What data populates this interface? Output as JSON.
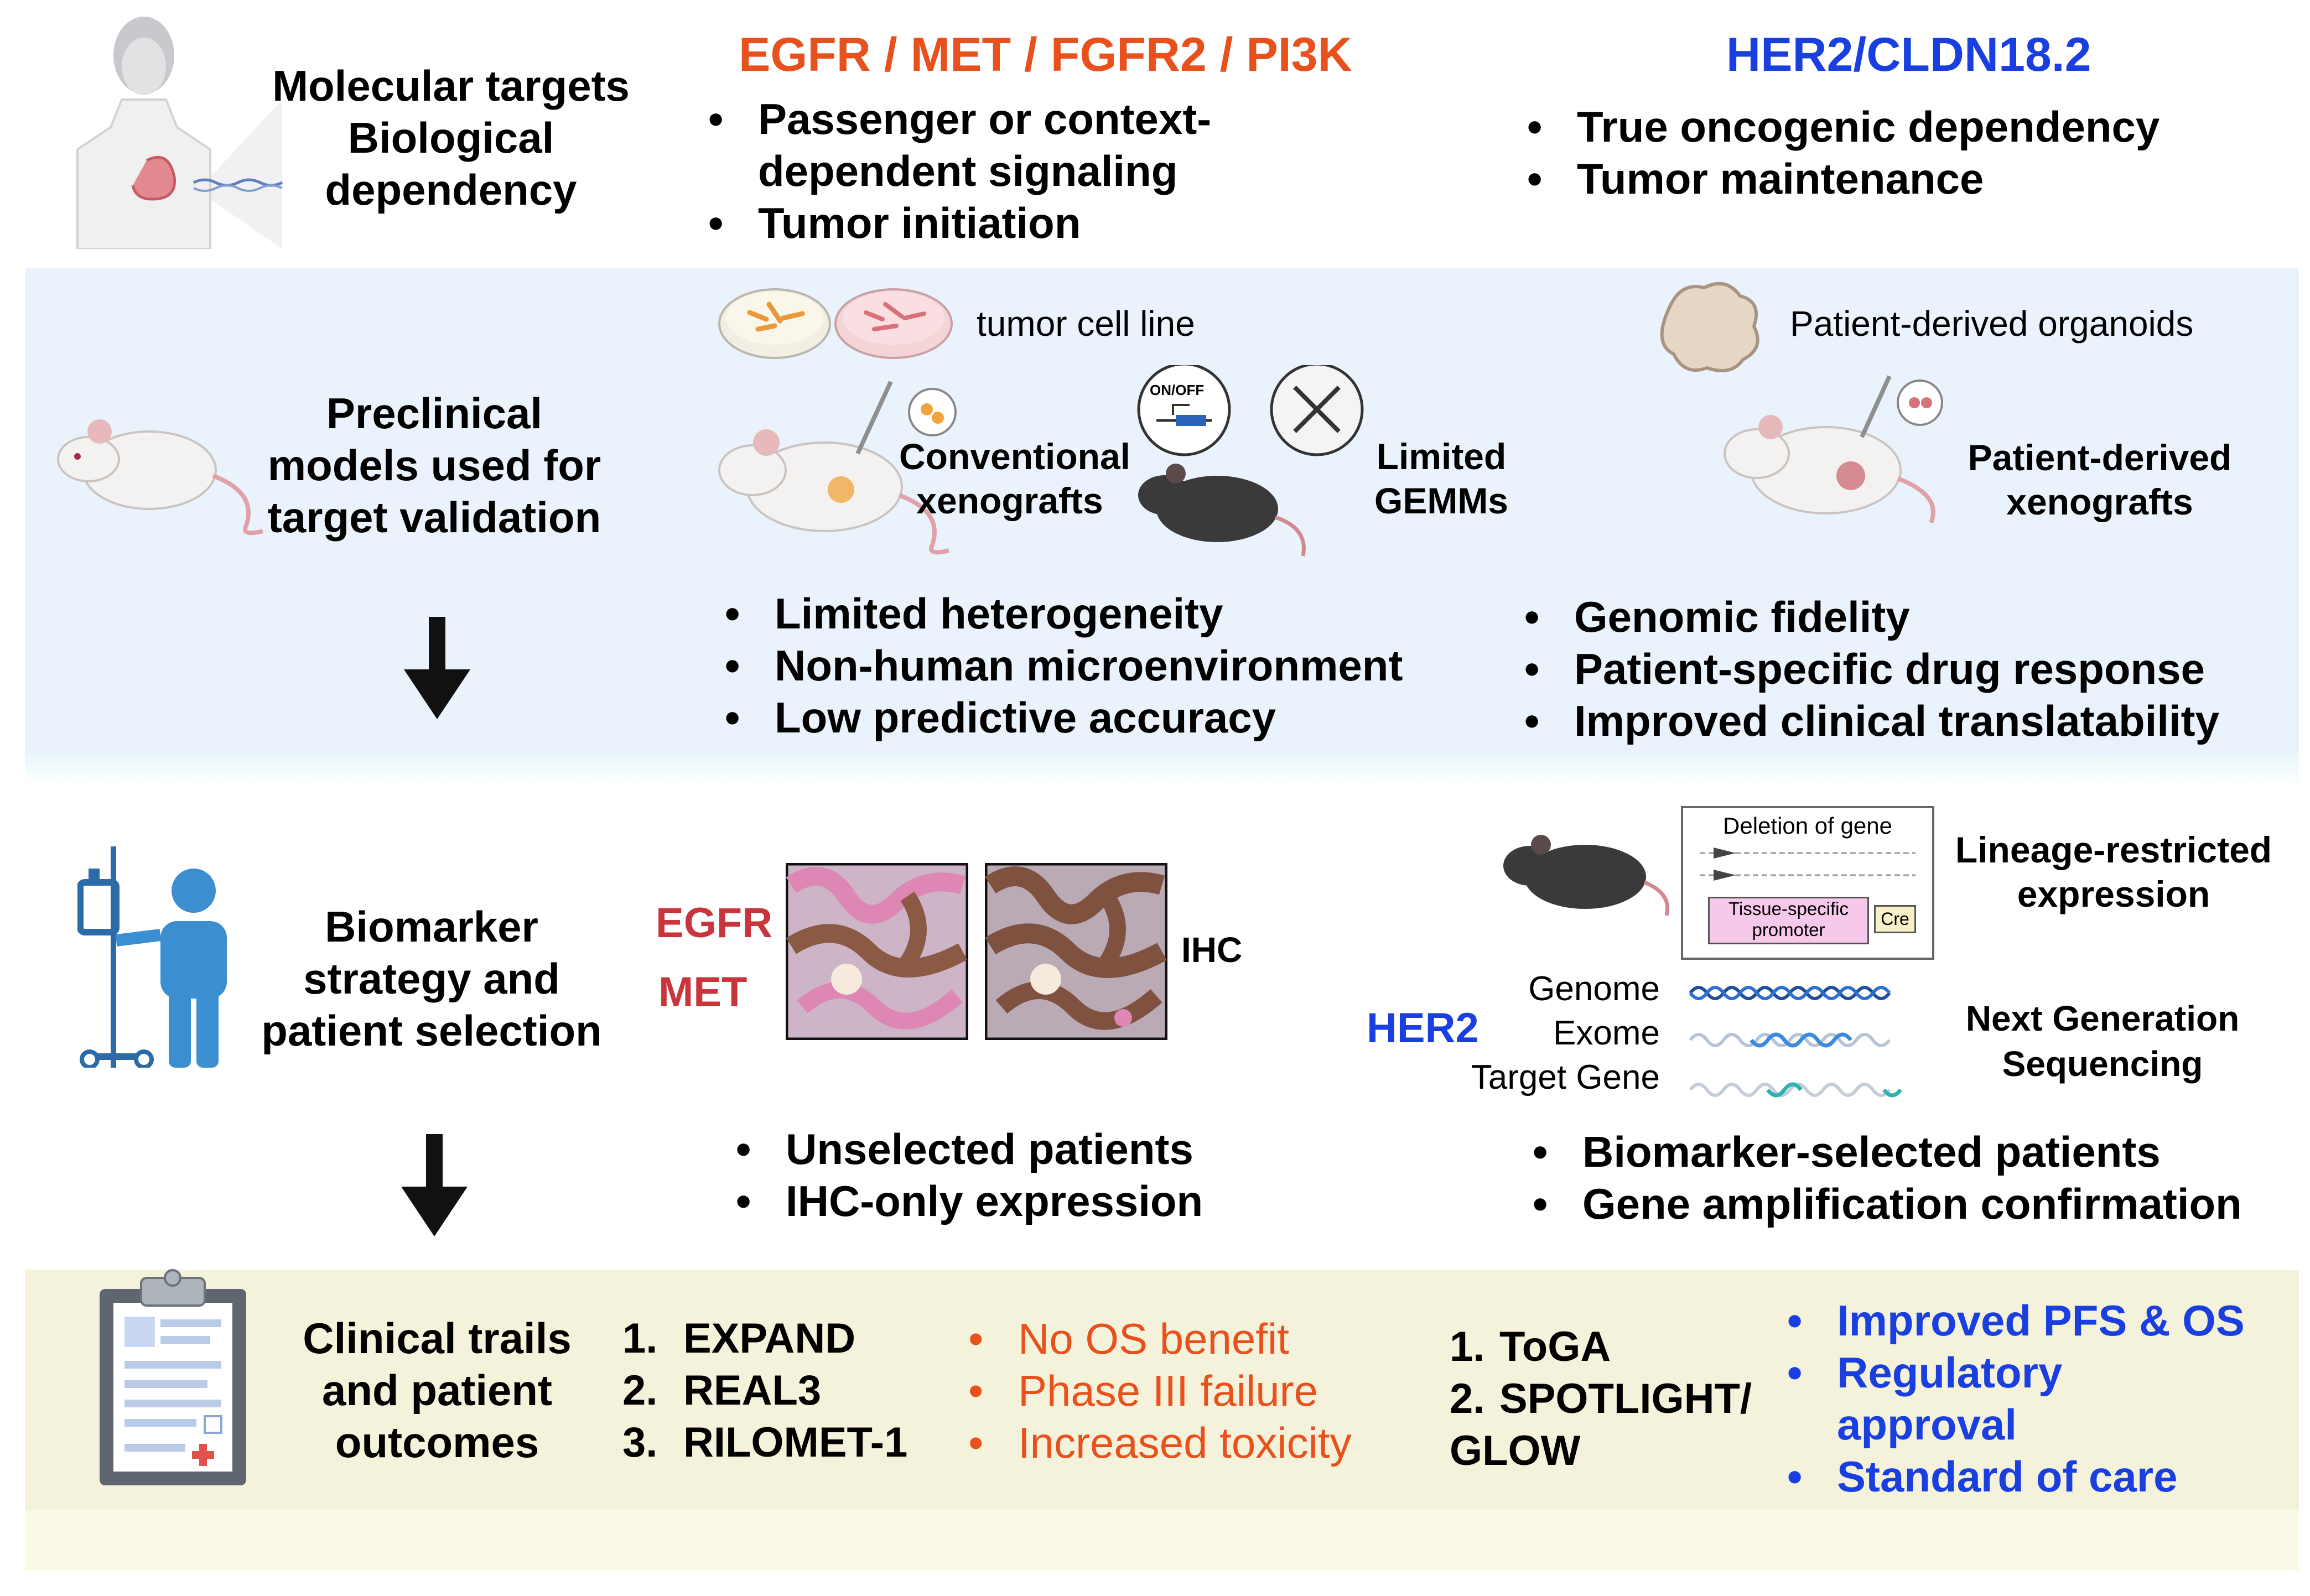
{
  "colors": {
    "orange": "#e8501c",
    "blue": "#1a3fe0",
    "red": "#c8353a",
    "band_blue": "#eaf3fb",
    "band_yellow": "#f4f2da"
  },
  "row1": {
    "label": [
      "Molecular targets",
      "Biological",
      "dependency"
    ],
    "left_head": "EGFR / MET / FGFR2 / PI3K",
    "left_bullets": [
      "Passenger or context-",
      "dependent signaling",
      "Tumor initiation"
    ],
    "right_head": "HER2/CLDN18.2",
    "right_bullets": [
      "True oncogenic dependency",
      "Tumor maintenance"
    ]
  },
  "row2": {
    "label": [
      "Preclinical",
      "models used for",
      "target validation"
    ],
    "cell_line": "tumor cell line",
    "on_off": "ON/OFF",
    "conv_xeno": [
      "Conventional",
      "xenografts"
    ],
    "gemms": [
      "Limited",
      "GEMMs"
    ],
    "organoids": "Patient-derived organoids",
    "pdx": [
      "Patient-derived",
      "xenografts"
    ],
    "left_bullets": [
      "Limited heterogeneity",
      "Non-human microenvironment",
      "Low predictive accuracy"
    ],
    "right_bullets": [
      "Genomic fidelity",
      "Patient-specific drug response",
      "Improved clinical translatability"
    ]
  },
  "row3": {
    "label": [
      "Biomarker",
      "strategy and",
      "patient selection"
    ],
    "egfr": "EGFR",
    "met": "MET",
    "ihc": "IHC",
    "deletion": "Deletion of gene",
    "promoter": [
      "Tissue-specific",
      "promoter"
    ],
    "cre": "Cre",
    "lineage": [
      "Lineage-restricted",
      "expression"
    ],
    "her2": "HER2",
    "seq_rows": [
      "Genome",
      "Exome",
      "Target Gene"
    ],
    "ngs": [
      "Next Generation",
      "Sequencing"
    ],
    "left_bullets": [
      "Unselected patients",
      "IHC-only expression"
    ],
    "right_bullets": [
      "Biomarker-selected patients",
      "Gene amplification confirmation"
    ]
  },
  "row4": {
    "label": [
      "Clinical trails",
      "and patient",
      "outcomes"
    ],
    "left_trials": [
      {
        "n": "1.",
        "t": "EXPAND"
      },
      {
        "n": "2.",
        "t": "REAL3"
      },
      {
        "n": "3.",
        "t": "RILOMET-1"
      }
    ],
    "left_outcomes": [
      "No OS benefit",
      "Phase III failure",
      "Increased toxicity"
    ],
    "right_trials": [
      {
        "n": "1.",
        "t": "ToGA"
      },
      {
        "n": "2.",
        "t": "SPOTLIGHT/"
      },
      {
        "n": "",
        "t": "GLOW"
      }
    ],
    "right_outcomes": [
      "Improved PFS & OS",
      "Regulatory",
      "approval",
      "Standard of care"
    ]
  }
}
